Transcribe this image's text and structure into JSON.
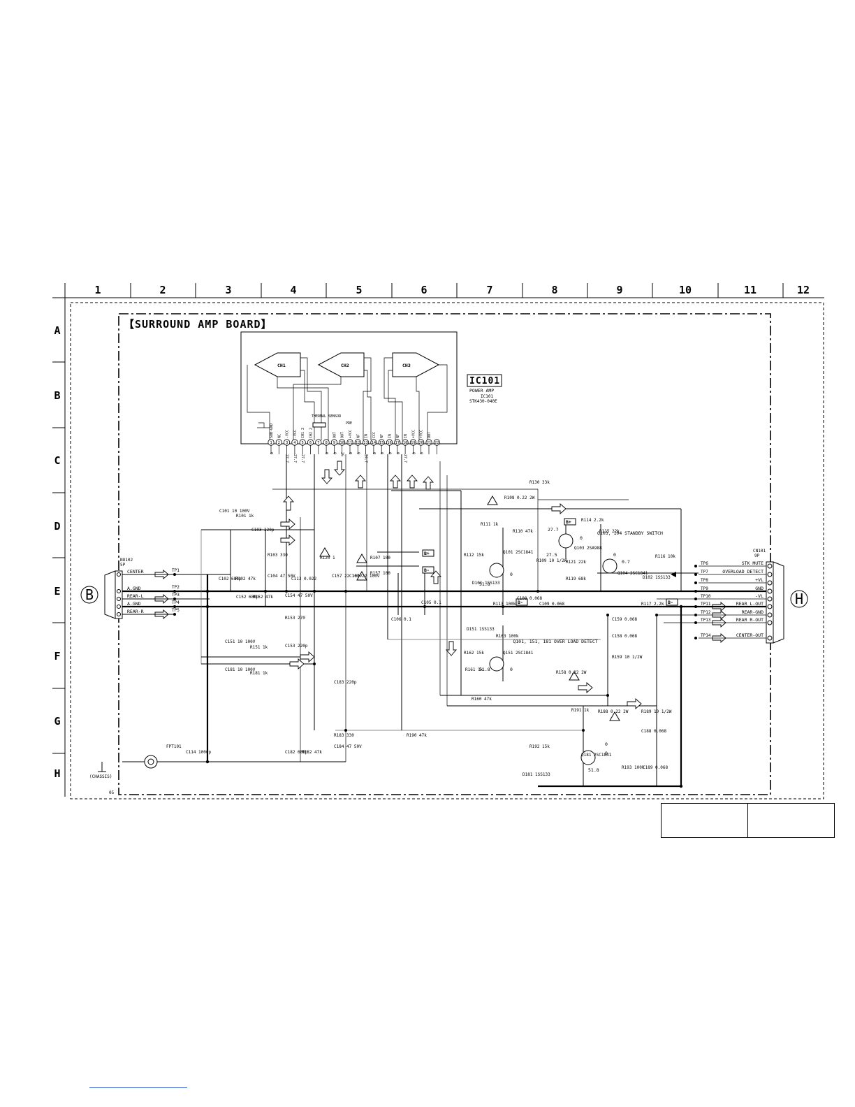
{
  "board_title": "【SURROUND AMP BOARD】",
  "columns": [
    "1",
    "2",
    "3",
    "4",
    "5",
    "6",
    "7",
    "8",
    "9",
    "10",
    "11",
    "12"
  ],
  "rows": [
    "A",
    "B",
    "C",
    "D",
    "E",
    "F",
    "G",
    "H"
  ],
  "ic": {
    "ref": "IC101",
    "function": "POWER AMP",
    "ref_small": "IC101",
    "part": "STK430-040E",
    "channels": [
      "CH1",
      "CH2",
      "CH3"
    ],
    "thermal_label": "THERMAL SENSOR",
    "pre_label": "PRE",
    "pin_numbers": [
      "1",
      "2",
      "3",
      "4",
      "5",
      "6",
      "7",
      "8",
      "9",
      "10",
      "11",
      "12",
      "13",
      "14",
      "15",
      "16",
      "17",
      "18",
      "19",
      "20",
      "21",
      "22"
    ],
    "pin_names": [
      "SUB-GND",
      "NC",
      "-VCC",
      "-VCC",
      "CH1 2",
      "CH2 2",
      "",
      "",
      "OUT",
      "OUT",
      "+VCC",
      "NF",
      "IN",
      "CCC",
      "NF",
      "IN",
      "NF",
      "IN",
      "+VCC",
      "+VCC",
      "OUT",
      ""
    ],
    "pin_voltages": [
      "0",
      "",
      "-27.7",
      "-27.7",
      "-27.7",
      "",
      "",
      "0",
      "0",
      "26",
      "0",
      "0",
      "-24.7",
      "0",
      "0",
      "0",
      "0",
      "-27.7",
      "0",
      "0",
      "",
      ""
    ]
  },
  "connectors": {
    "left": {
      "ref": "NO102",
      "pins_label": "5P",
      "letter": "B",
      "signals": [
        "CENTER",
        "A.GND",
        "REAR-L",
        "A.GND",
        "REAR-R"
      ],
      "test_points": [
        "TP1",
        "TP2",
        "TP3",
        "TP4",
        "TP5"
      ]
    },
    "right": {
      "ref": "CN101",
      "pins_label": "9P",
      "letter": "H",
      "signals": [
        "STK MUTE",
        "OVERLOAD DETECT",
        "+VL",
        "GND",
        "-VL",
        "REAR L-OUT",
        "REAR-GND",
        "REAR R-OUT",
        "CENTER-OUT"
      ],
      "test_points": [
        "TP6",
        "TP7",
        "TP8",
        "TP9",
        "TP10",
        "TP11",
        "TP12",
        "TP13",
        "TP14"
      ]
    }
  },
  "supply_tags": [
    "B+",
    "B-",
    "B+",
    "B-",
    "B-"
  ],
  "blocks": {
    "standby": "Q103, 104 STANDBY SWITCH",
    "overload": "Q101, 151, 181 OVER LOAD DETECT"
  },
  "components": [
    "C101 10 100V",
    "R101 1k",
    "C103 220p",
    "R103 330",
    "C102 680p",
    "R102 47k",
    "C104 47 50V",
    "C113 0.022",
    "R120 1",
    "C157 22 100V",
    "C107 22 100V",
    "R107 100",
    "R157 100",
    "C152 680p",
    "R152 47k",
    "C154 47 50V",
    "R153 270",
    "C106 0.1",
    "C105 0.1",
    "C151 10 100V",
    "R151 1k",
    "C181 10 100V",
    "R181 1k",
    "C153 220p",
    "C183 220p",
    "R183 330",
    "C182 680p",
    "R182 47k",
    "C184 47 50V",
    "R190 47k",
    "C114 1000p",
    "FPT101",
    "R130 33k",
    "R108 0.22 2W",
    "R111 1k",
    "R110 47k",
    "R112 15k",
    "D101 1SS133",
    "Q101 2SC1841",
    "R113 100k",
    "C108 0.068",
    "R109 10 1/2W",
    "C109 0.068",
    "R114 2.2k",
    "R115 22k",
    "Q103 2SA988",
    "R121 22k",
    "R119 68k",
    "Q104 2SC1841",
    "R116 10k",
    "D102 1SS133",
    "R117 2.2k",
    "D151 1SS133",
    "R163 100k",
    "R162 15k",
    "R161 1k",
    "Q151 2SC1841",
    "R158 0.22 2W",
    "C159 0.068",
    "C158 0.068",
    "R159 10 1/2W",
    "R160 47k",
    "R191 1k",
    "R188 0.22 2W",
    "R189 10 1/2W",
    "C188 0.068",
    "R192 15k",
    "Q181 2SC1841",
    "D181 1SS133",
    "R193 100k",
    "C189 0.068"
  ],
  "node_voltages": [
    "27.7",
    "0",
    "27.5",
    "0",
    "0.7",
    "0",
    "51.8",
    "0",
    "51.8",
    "0",
    "0",
    "51.8"
  ],
  "chassis_label": "(CHASSIS)",
  "sheet_code": "05",
  "footer_cells": [
    "",
    ""
  ]
}
